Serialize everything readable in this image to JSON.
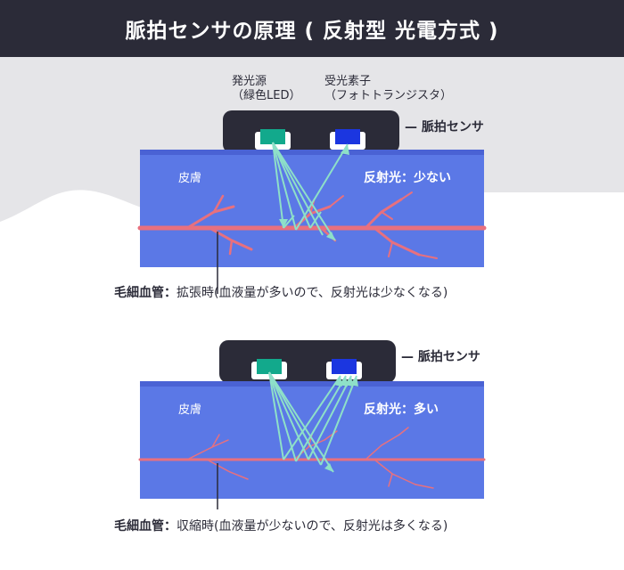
{
  "title": "脈拍センサの原理 ( 反射型 光電方式 )",
  "led_label": {
    "line1": "発光源",
    "line2": "（緑色LED）"
  },
  "detector_label": {
    "line1": "受光素子",
    "line2": "（フォトトランジスタ）"
  },
  "sensor_label": "— 脈拍センサ",
  "skin_label": "皮膚",
  "top": {
    "reflection": "反射光：少ない",
    "caption_term": "毛細血管：",
    "caption_text": "拡張時(血液量が多いので、反射光は少なくなる)"
  },
  "bottom": {
    "reflection": "反射光：多い",
    "caption_term": "毛細血管：",
    "caption_text": "収縮時(血液量が少ないので、反射光は多くなる)"
  },
  "colors": {
    "header_bg": "#2b2b38",
    "skin": "#5b78e6",
    "vessel": "#e8707e",
    "led": "#12a98c",
    "detector": "#1b36e0",
    "light_rays": "#8ee0c8",
    "sensor_body": "#2b2b38"
  }
}
